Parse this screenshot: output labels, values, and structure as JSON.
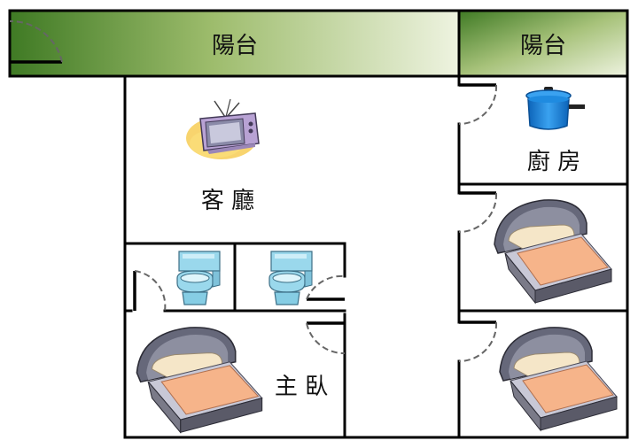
{
  "rooms": {
    "balcony_main": "陽台",
    "balcony_side": "陽台",
    "kitchen": "廚 房",
    "living_room": "客 廳",
    "master_bedroom": "主 臥"
  },
  "icons": [
    "door-icon",
    "tv-icon",
    "pot-icon",
    "toilet-icon",
    "bed-icon"
  ],
  "colors": {
    "balcony_dark": "#3f7a24",
    "balcony_light": "#eef3e0",
    "wall": "#000000",
    "tv_body": "#b8a2d4",
    "tv_glow": "#f6c94a",
    "pot": "#1f8be0",
    "toilet": "#9ad8ec",
    "bed_cover": "#f6b48a",
    "bed_frame": "#66687a"
  }
}
